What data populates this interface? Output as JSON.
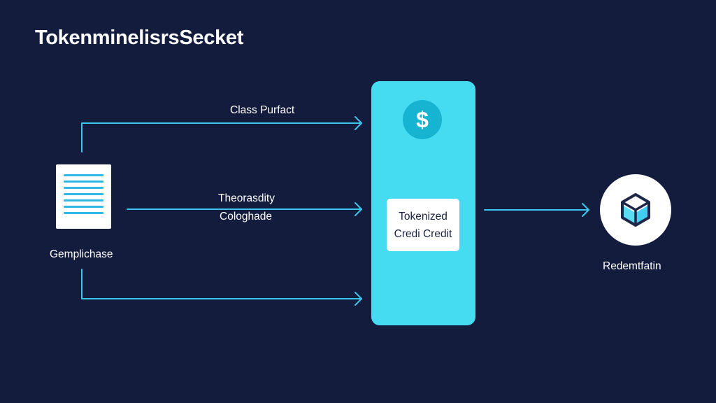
{
  "title": "TokenminelisrsSecket",
  "source": {
    "label": "Gemplichase",
    "icon": "document-icon"
  },
  "flows": {
    "top": {
      "label": "Class Purfact"
    },
    "middle": {
      "line1": "Theorasdity",
      "line2": "Cologhade"
    },
    "bottom": {
      "label": ""
    }
  },
  "hub": {
    "icon": "dollar-icon",
    "symbol": "$",
    "card_line1": "Tokenized",
    "card_line2": "Credi Credit"
  },
  "target": {
    "label": "Redemtfatin",
    "icon": "cube-icon"
  },
  "colors": {
    "background": "#131c3d",
    "accent": "#45dcf1",
    "arrow": "#3cc6ee",
    "coin": "#16b4d1"
  }
}
